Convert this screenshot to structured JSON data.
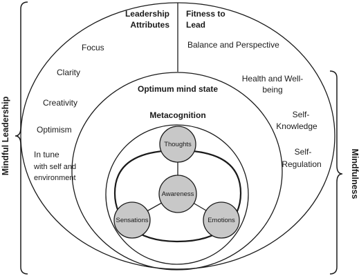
{
  "side_labels": {
    "left": "Mindful Leadership",
    "right": "Mindfulness"
  },
  "top": {
    "left_title_line1": "Leadership",
    "left_title_line2": "Attributes",
    "right_title_line1": "Fitness to",
    "right_title_line2": "Lead",
    "right_item": "Balance and Perspective"
  },
  "leadership_attributes": [
    "Focus",
    "Clarity",
    "Creativity",
    "Optimism",
    "In tune"
  ],
  "in_tune_lines": [
    "with self and",
    "environment"
  ],
  "fitness_items": {
    "health_line1": "Health and Well-",
    "health_line2": "being",
    "self_knowledge_line1": "Self-",
    "self_knowledge_line2": "Knowledge",
    "self_regulation_line1": "Self-",
    "self_regulation_line2": "Regulation"
  },
  "inner": {
    "optimum": "Optimum mind state",
    "metacognition": "Metacognition"
  },
  "nodes": {
    "thoughts": "Thoughts",
    "awareness": "Awareness",
    "sensations": "Sensations",
    "emotions": "Emotions"
  },
  "colors": {
    "node_fill": "#c8c8c8",
    "stroke": "#1a1a1a"
  }
}
